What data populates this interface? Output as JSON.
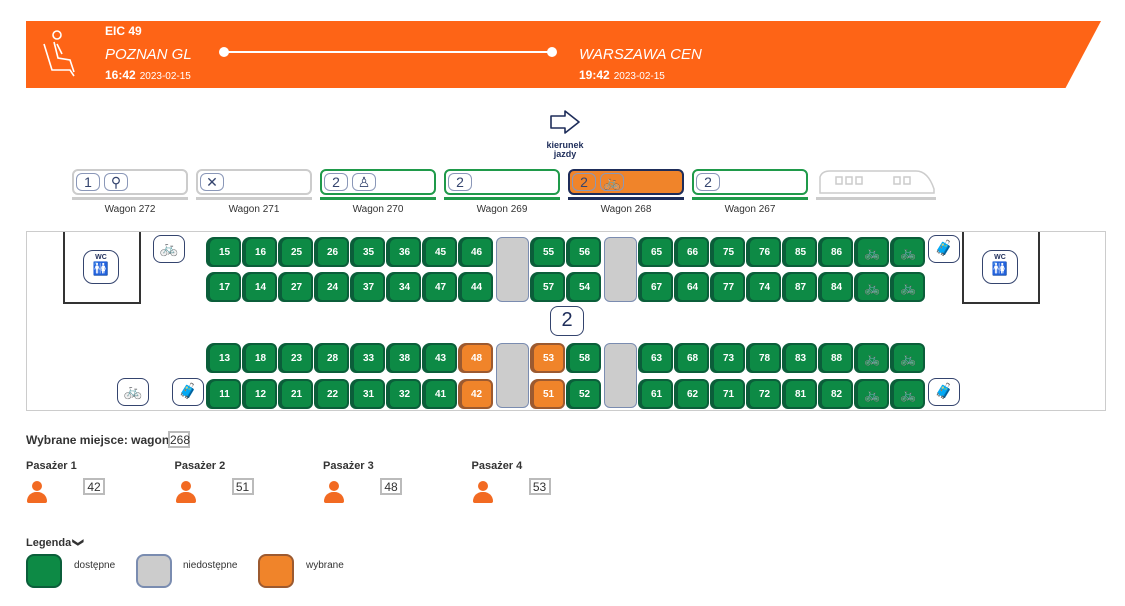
{
  "header": {
    "train": "EIC 49",
    "from": "POZNAN GL",
    "to": "WARSZAWA CEN",
    "dep_time": "16:42",
    "dep_date": "2023-02-15",
    "arr_time": "19:42",
    "arr_date": "2023-02-15",
    "icon": "seat-passenger-icon"
  },
  "direction": {
    "label_line1": "kierunek",
    "label_line2": "jazdy",
    "icon": "arrow-right-icon"
  },
  "wagons": [
    {
      "label": "Wagon 272",
      "class": "1",
      "icon": "⚲",
      "icon_name": "disabled-access-icon",
      "state": "unavailable"
    },
    {
      "label": "Wagon 271",
      "class": "",
      "icon": "✕",
      "icon_name": "restaurant-icon",
      "state": "unavailable"
    },
    {
      "label": "Wagon 270",
      "class": "2",
      "icon": "♙",
      "icon_name": "family-icon",
      "state": "available"
    },
    {
      "label": "Wagon 269",
      "class": "2",
      "icon": "",
      "icon_name": "",
      "state": "available"
    },
    {
      "label": "Wagon 268",
      "class": "2",
      "icon": "🚲",
      "icon_name": "bicycle-icon",
      "state": "selected"
    },
    {
      "label": "Wagon 267",
      "class": "2",
      "icon": "",
      "icon_name": "",
      "state": "available"
    }
  ],
  "car": {
    "class_badge": "2",
    "wc_label": "WC",
    "bike_glyph": "🚲",
    "luggage_glyph": "🧳",
    "rows": [
      [
        "15",
        "16",
        "25",
        "26",
        "35",
        "36",
        "45",
        "46",
        "table",
        "55",
        "56",
        "table",
        "65",
        "66",
        "75",
        "76",
        "85",
        "86",
        "bike",
        "bike"
      ],
      [
        "17",
        "14",
        "27",
        "24",
        "37",
        "34",
        "47",
        "44",
        "",
        "57",
        "54",
        "",
        "67",
        "64",
        "77",
        "74",
        "87",
        "84",
        "bike",
        "bike"
      ],
      [
        "13",
        "18",
        "23",
        "28",
        "33",
        "38",
        "43",
        "48",
        "table",
        "53",
        "58",
        "table",
        "63",
        "68",
        "73",
        "78",
        "83",
        "88",
        "bike",
        "bike"
      ],
      [
        "11",
        "12",
        "21",
        "22",
        "31",
        "32",
        "41",
        "42",
        "",
        "51",
        "52",
        "",
        "61",
        "62",
        "71",
        "72",
        "81",
        "82",
        "bike",
        "bike"
      ]
    ],
    "selected_seats": [
      "42",
      "51",
      "48",
      "53"
    ]
  },
  "selection": {
    "label": "Wybrane miejsce: wagon",
    "wagon": "268",
    "passengers": [
      {
        "label": "Pasażer 1",
        "seat": "42"
      },
      {
        "label": "Pasażer 2",
        "seat": "51"
      },
      {
        "label": "Pasażer 3",
        "seat": "48"
      },
      {
        "label": "Pasażer 4",
        "seat": "53"
      }
    ]
  },
  "legend": {
    "title": "Legenda",
    "available": "dostępne",
    "unavailable": "niedostępne",
    "selected": "wybrane"
  },
  "colors": {
    "brand": "#fe6416",
    "available": "#0d8a45",
    "selected": "#f0842a",
    "unavailable": "#cccccc"
  }
}
